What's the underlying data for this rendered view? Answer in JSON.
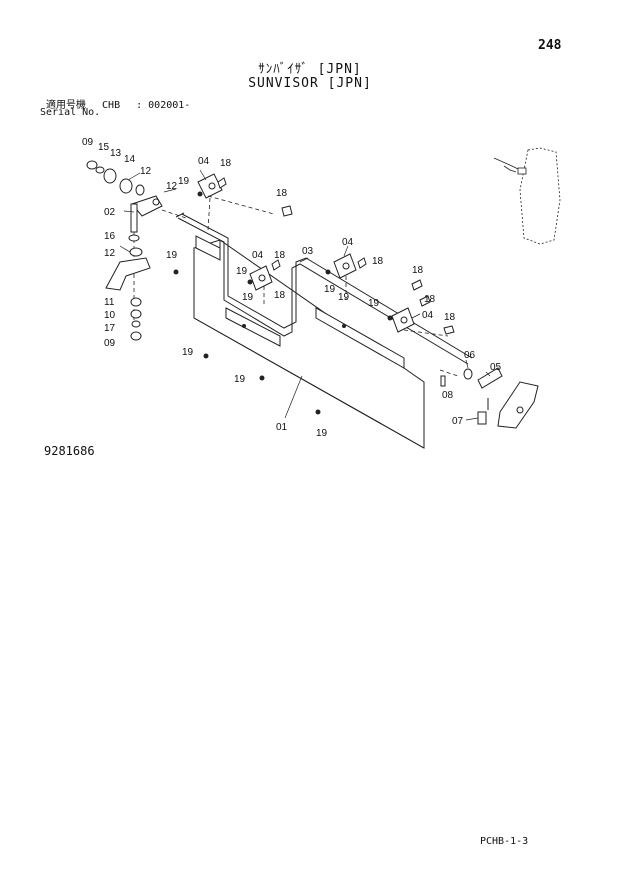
{
  "page_number": "248",
  "title_jp": "ｻﾝﾊﾞｲｻﾞ [JPN]",
  "title_en": "SUNVISOR [JPN]",
  "serial": {
    "jp_label": "適用号機",
    "model": "CHB",
    "range": ": 002001-",
    "en_label": "Serial No."
  },
  "figure_number": "9281686",
  "footer_code": "PCHB-1-3",
  "callouts": {
    "c01": "01",
    "c02": "02",
    "c03": "03",
    "c04a": "04",
    "c04b": "04",
    "c04c": "04",
    "c04d": "04",
    "c05": "05",
    "c06": "06",
    "c07": "07",
    "c08": "08",
    "c09a": "09",
    "c09b": "09",
    "c10": "10",
    "c11": "11",
    "c12a": "12",
    "c12b": "12",
    "c12c": "12",
    "c13": "13",
    "c14": "14",
    "c15": "15",
    "c16": "16",
    "c17": "17",
    "c18a": "18",
    "c18b": "18",
    "c18c": "18",
    "c18d": "18",
    "c18e": "18",
    "c18f": "18",
    "c18g": "18",
    "c18h": "18",
    "c19a": "19",
    "c19b": "19",
    "c19c": "19",
    "c19d": "19",
    "c19e": "19",
    "c19f": "19",
    "c19g": "19",
    "c19h": "19",
    "c19i": "19",
    "c19j": "19"
  }
}
